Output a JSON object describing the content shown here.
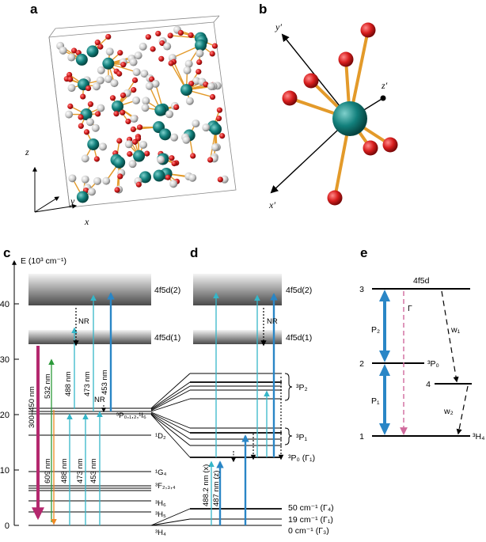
{
  "panels": {
    "a": {
      "label": "a",
      "axes": {
        "x": "x",
        "y": "y",
        "z": "z"
      }
    },
    "b": {
      "label": "b",
      "axes": {
        "x": "x′",
        "y": "y′",
        "z": "z′"
      }
    },
    "c": {
      "label": "c",
      "axis_label": "E (10³ cm⁻¹)",
      "ticks": [
        "0",
        "10",
        "20",
        "30",
        "40"
      ],
      "bands": [
        "4f5d(2)",
        "4f5d(1)"
      ],
      "nr": "NR",
      "nr2": "NR",
      "levels": {
        "p_manifold": "³P₀,₁,₂,¹I₆",
        "d2": "¹D₂",
        "g4": "¹G₄",
        "f234": "³F₂,₃,₄",
        "h6": "³H₆",
        "h5": "³H₅",
        "h4": "³H₄"
      },
      "transitions": [
        "300–450 nm",
        "532 nm",
        "488 nm",
        "473 nm",
        "453 nm",
        "609 nm",
        "488 nm",
        "473 nm",
        "453 nm"
      ]
    },
    "d": {
      "label": "d",
      "bands": [
        "4f5d(2)",
        "4f5d(1)"
      ],
      "nr": "NR",
      "levels": {
        "p2": "³P₂",
        "p1": "³P₁",
        "p0": "³P₀ (Γ₁)",
        "g4": "50 cm⁻¹ (Γ₄)",
        "g1": "19 cm⁻¹ (Γ₁)",
        "g3": "0 cm⁻¹ (Γ₃)"
      },
      "transitions": [
        "488.2 nm (x)",
        "487 nm (z)"
      ]
    },
    "e": {
      "label": "e",
      "level_numbers": [
        "3",
        "2",
        "1",
        "4"
      ],
      "level_names": [
        "4f5d",
        "³P₀",
        "³H₄"
      ],
      "rates": {
        "p2": "P₂",
        "p1": "P₁",
        "gamma": "Γ",
        "w1": "w₁",
        "w2": "w₂"
      }
    }
  },
  "colors": {
    "teal_atom": "#0f7c7c",
    "oxygen": "#d81e1e",
    "hydrogen": "#d8d8d8",
    "bond": "#e39a2a",
    "blue_arrow": "#2a86c6",
    "cyan_arrow": "#35b6c8",
    "magenta_arrow": "#b4286e",
    "green_arrow": "#2c9a3a",
    "orange_arrow": "#ef8a24",
    "pink_dashed": "#d06a9c"
  }
}
